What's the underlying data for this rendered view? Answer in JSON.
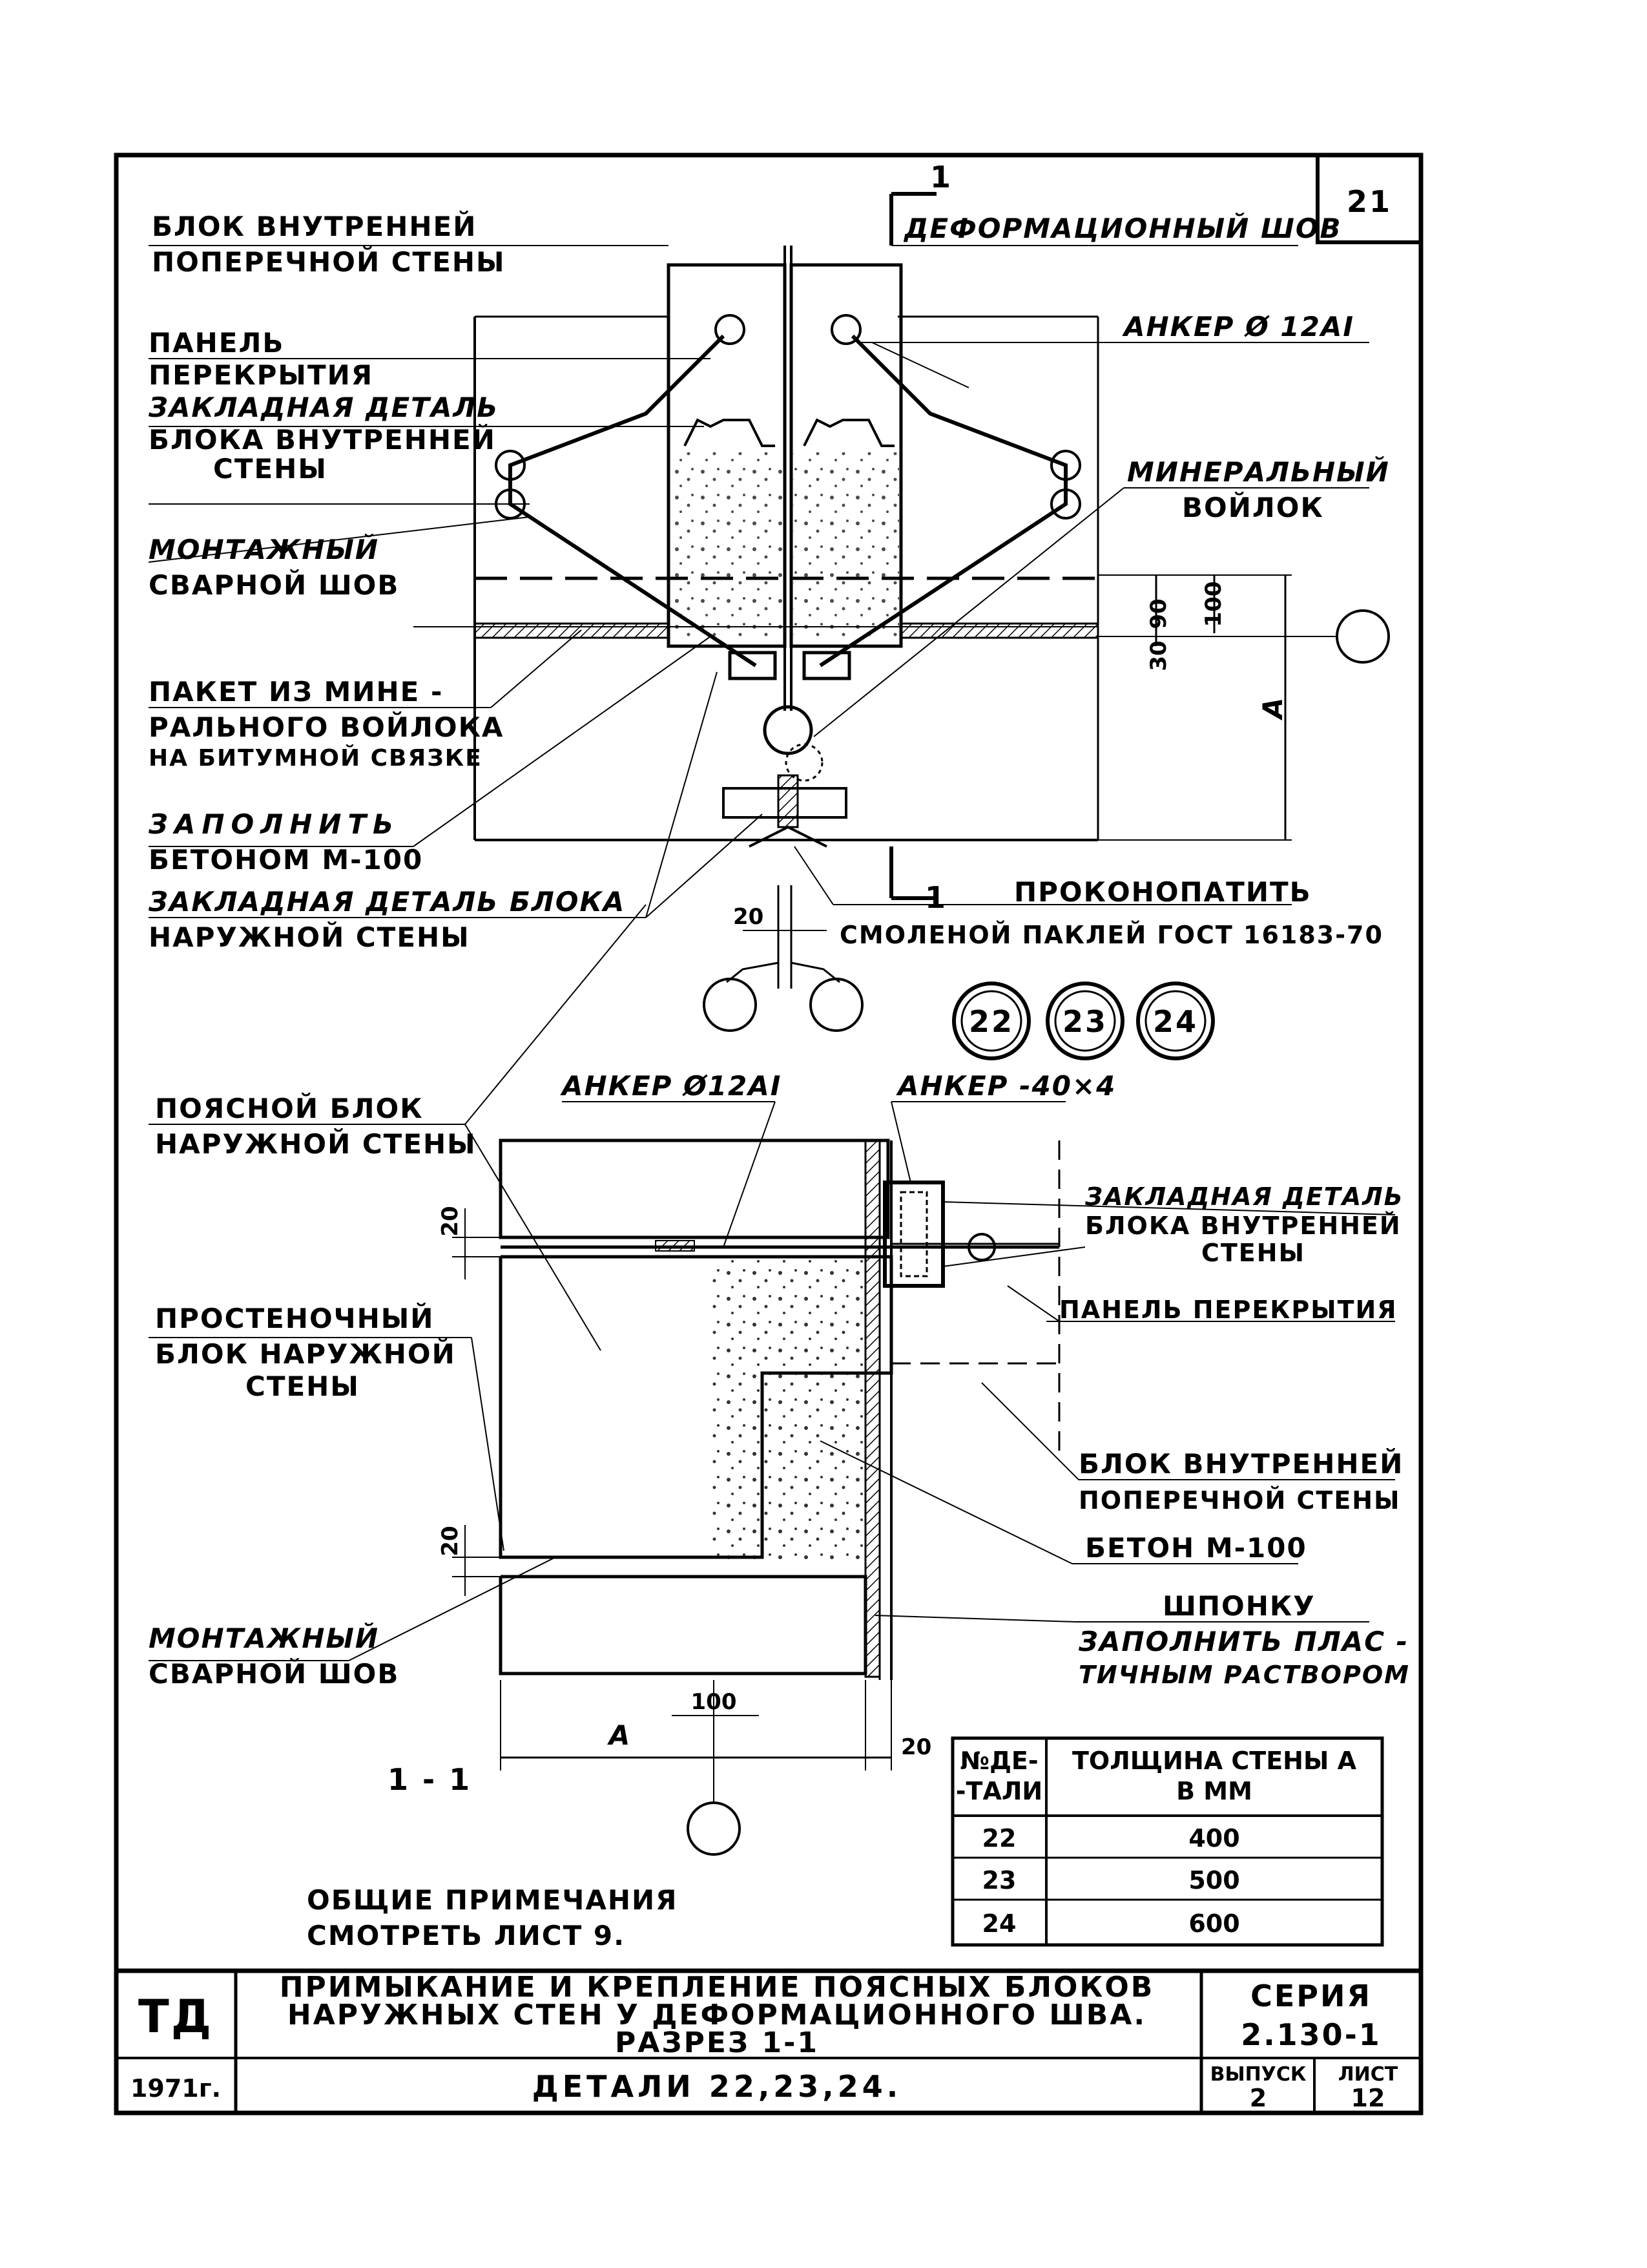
{
  "sheet_number": "21",
  "top_detail": {
    "labels": {
      "inner_wall_block_1": "БЛОК ВНУТРЕННЕЙ",
      "inner_wall_block_2": "ПОПЕРЕЧНОЙ СТЕНЫ",
      "section_mark": "1",
      "deformation_joint": "ДЕФОРМАЦИОННЫЙ ШОВ",
      "floor_panel_1": "ПАНЕЛЬ",
      "floor_panel_2": "ПЕРЕКРЫТИЯ",
      "embedded_part_1": "ЗАКЛАДНАЯ ДЕТАЛЬ",
      "embedded_part_2": "БЛОКА ВНУТРЕННЕЙ",
      "embedded_part_3": "СТЕНЫ",
      "anchor": "АНКЕР Ø 12AI",
      "mineral_felt_1": "МИНЕРАЛЬНЫЙ",
      "mineral_felt_2": "ВОЙЛОК",
      "weld_1": "МОНТАЖНЫЙ",
      "weld_2": "СВАРНОЙ ШОВ",
      "packet_1": "ПАКЕТ ИЗ МИНЕ -",
      "packet_2": "РАЛЬНОГО ВОЙЛОКА",
      "packet_3": "НА БИТУМНОЙ СВЯЗКЕ",
      "fill_1": "ЗАПОЛНИТЬ",
      "fill_2": "БЕТОНОМ М-100",
      "outer_embedded_1": "ЗАКЛАДНАЯ ДЕТАЛЬ БЛОКА",
      "outer_embedded_2": "НАРУЖНОЙ СТЕНЫ",
      "section_mark_bottom": "1",
      "caulk_1": "ПРОКОНОПАТИТЬ",
      "caulk_2": "СМОЛЕНОЙ ПАКЛЕЙ ГОСТ 16183-70"
    },
    "dimensions": {
      "d90": "90",
      "d100": "100",
      "d30": "30",
      "dA": "A",
      "d20": "20"
    },
    "detail_numbers": [
      "22",
      "23",
      "24"
    ]
  },
  "bottom_detail": {
    "labels": {
      "belt_block_1": "ПОЯСНОЙ БЛОК",
      "belt_block_2": "НАРУЖНОЙ СТЕНЫ",
      "anchor_round": "АНКЕР Ø12AI",
      "anchor_flat": "АНКЕР -40×4",
      "embedded_1": "ЗАКЛАДНАЯ ДЕТАЛЬ",
      "embedded_2": "БЛОКА ВНУТРЕННЕЙ",
      "embedded_3": "СТЕНЫ",
      "pier_block_1": "ПРОСТЕНОЧНЫЙ",
      "pier_block_2": "БЛОК НАРУЖНОЙ",
      "pier_block_3": "СТЕНЫ",
      "floor_panel": "ПАНЕЛЬ ПЕРЕКРЫТИЯ",
      "inner_block_1": "БЛОК ВНУТРЕННЕЙ",
      "inner_block_2": "ПОПЕРЕЧНОЙ СТЕНЫ",
      "concrete": "БЕТОН М-100",
      "weld_1": "МОНТАЖНЫЙ",
      "weld_2": "СВАРНОЙ ШОВ",
      "key_1": "ШПОНКУ",
      "key_2": "ЗАПОЛНИТЬ ПЛАС -",
      "key_3": "ТИЧНЫМ РАСТВОРОМ",
      "section_title": "1 - 1"
    },
    "dimensions": {
      "d20a": "20",
      "d20b": "20",
      "d100": "100",
      "dA": "A",
      "d20c": "20"
    }
  },
  "thickness_table": {
    "headers": [
      "№ДЕ-ТАЛИ",
      "ТОЛЩИНА СТЕНЫ А В ММ"
    ],
    "header_lines": [
      [
        "№ДЕ-",
        "-ТАЛИ"
      ],
      [
        "ТОЛЩИНА СТЕНЫ А",
        "В ММ"
      ]
    ],
    "rows": [
      [
        "22",
        "400"
      ],
      [
        "23",
        "500"
      ],
      [
        "24",
        "600"
      ]
    ]
  },
  "notes": {
    "line1": "ОБЩИЕ ПРИМЕЧАНИЯ",
    "line2": "СМОТРЕТЬ ЛИСТ 9."
  },
  "title_block": {
    "org": "ТД",
    "year": "1971г.",
    "title_1": "ПРИМЫКАНИЕ И КРЕПЛЕНИЕ ПОЯСНЫХ БЛОКОВ",
    "title_2": "НАРУЖНЫХ СТЕН У ДЕФОРМАЦИОННОГО ШВА.",
    "title_3": "РАЗРЕЗ 1-1",
    "subtitle": "ДЕТАЛИ 22,23,24.",
    "series_label": "СЕРИЯ",
    "series_value": "2.130-1",
    "issue_label": "ВЫПУСК",
    "issue_value": "2",
    "sheet_label": "ЛИСТ",
    "sheet_value": "12"
  }
}
